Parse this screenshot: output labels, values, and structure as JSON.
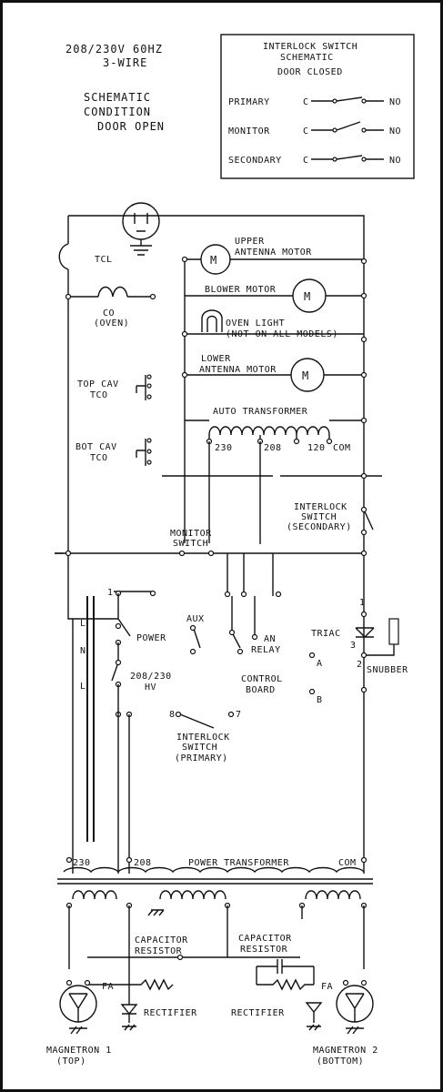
{
  "header": {
    "voltage_line1": "208/230V 60HZ",
    "voltage_line2": "3-WIRE",
    "schematic_line1": "SCHEMATIC",
    "schematic_line2": "CONDITION",
    "schematic_line3": "DOOR OPEN"
  },
  "legend": {
    "title_line1": "INTERLOCK SWITCH",
    "title_line2": "SCHEMATIC",
    "title_line3": "DOOR CLOSED",
    "rows": [
      {
        "label": "PRIMARY",
        "c": "C",
        "no": "NO"
      },
      {
        "label": "MONITOR",
        "c": "C",
        "no": "NO"
      },
      {
        "label": "SECONDARY",
        "c": "C",
        "no": "NO"
      }
    ]
  },
  "components": {
    "tcl": "TCL",
    "co_line1": "CO",
    "co_line2": "(OVEN)",
    "top_cavity_line1": "TOP CAV",
    "top_cavity_line2": "TCO",
    "bot_cavity_line1": "BOT CAV",
    "bot_cavity_line2": "TCO",
    "upper_motor_line1": "UPPER",
    "upper_motor_line2": "ANTENNA MOTOR",
    "blower_motor": "BLOWER MOTOR",
    "oven_light_line1": "OVEN LIGHT",
    "oven_light_line2": "(NOT ON ALL MODELS)",
    "lower_motor_line1": "LOWER",
    "lower_motor_line2": "ANTENNA MOTOR",
    "auto_transformer": "AUTO TRANSFORMER",
    "tap_230": "230",
    "tap_208": "208",
    "tap_120": "120",
    "tap_com": "COM",
    "motor_symbol": "M",
    "interlock_secondary_line1": "INTERLOCK",
    "interlock_secondary_line2": "SWITCH",
    "interlock_secondary_line3": "(SECONDARY)",
    "monitor_switch_line1": "MONITOR",
    "monitor_switch_line2": "SWITCH",
    "power": "POWER",
    "aux": "AUX",
    "an_relay_line1": "AN",
    "an_relay_line2": "RELAY",
    "hv_line1": "208/230",
    "hv_line2": "HV",
    "control_board_line1": "CONTROL",
    "control_board_line2": "BOARD",
    "triac": "TRIAC",
    "snubber": "SNUBBER",
    "pin_a": "A",
    "pin_b": "B",
    "pin_1": "1",
    "pin_2": "2",
    "pin_3": "3",
    "pin_8": "8",
    "pin_7": "7",
    "interlock_primary_line1": "INTERLOCK",
    "interlock_primary_line2": "SWITCH",
    "interlock_primary_line3": "(PRIMARY)",
    "wire_l1": "L",
    "wire_n": "N",
    "wire_l2": "L",
    "pt_230": "230",
    "pt_208": "208",
    "power_transformer": "POWER TRANSFORMER",
    "pt_com": "COM",
    "cap_res_left_line1": "CAPACITOR",
    "cap_res_left_line2": "RESISTOR",
    "cap_res_right_line1": "CAPACITOR",
    "cap_res_right_line2": "RESISTOR",
    "fa_left": "FA",
    "fa_right": "FA",
    "rectifier_left": "RECTIFIER",
    "rectifier_right": "RECTIFIER",
    "mag1_line1": "MAGNETRON 1",
    "mag1_line2": "(TOP)",
    "mag2_line1": "MAGNETRON 2",
    "mag2_line2": "(BOTTOM)"
  }
}
